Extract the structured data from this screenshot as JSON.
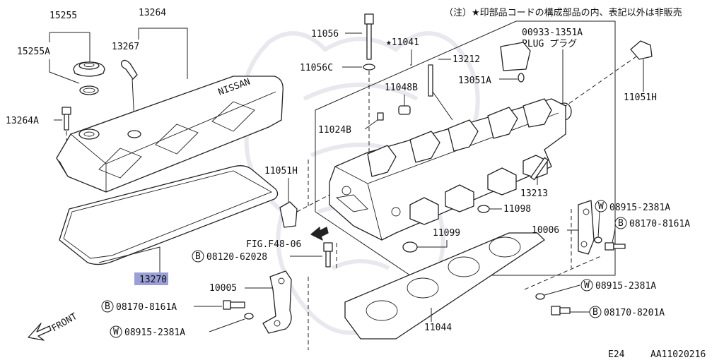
{
  "note": "（注）★印部品コードの構成部品の内、表記以外は非販売",
  "footer": {
    "left": "E24",
    "right": "AA11020216"
  },
  "front_label": "FRONT",
  "fig_ref": "FIG.F48-06",
  "plug_text": "PLUG プラグ",
  "nissan_text": "NISSAN",
  "highlight_part": "13270",
  "circle_letters": {
    "B": "B",
    "W": "W"
  },
  "parts": {
    "p15255": "15255",
    "p15255A": "15255A",
    "p13264": "13264",
    "p13267": "13267",
    "p13264A": "13264A",
    "p13270": "13270",
    "p11056": "11056",
    "p11056C": "11056C",
    "p11041": "★11041",
    "p13212": "13212",
    "p00933": "00933-1351A",
    "p13051A": "13051A",
    "p11048B": "11048B",
    "p11024B": "11024B",
    "p11051H_r": "11051H",
    "p11051H_l": "11051H",
    "p13213": "13213",
    "p11098": "11098",
    "p11099": "11099",
    "p10006": "10006",
    "p10005": "10005",
    "p11044": "11044",
    "w08915_a": "08915-2381A",
    "b08170_8161A_r": "08170-8161A",
    "b08120": "08120-62028",
    "b08170_8161A_l": "08170-8161A",
    "w08915_b": "08915-2381A",
    "w08915_c": "08915-2381A",
    "b08170_8201A": "08170-8201A"
  }
}
